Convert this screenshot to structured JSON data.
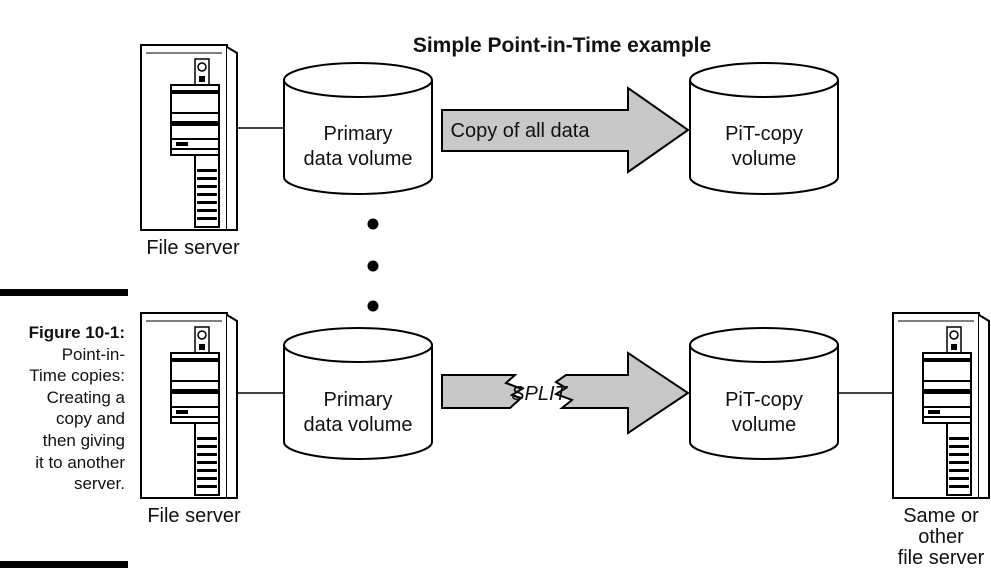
{
  "diagram": {
    "title": "Simple Point-in-Time example",
    "top": {
      "server_label": "File server",
      "primary_volume": [
        "Primary",
        "data volume"
      ],
      "arrow_label": "Copy of all data",
      "pit_volume": [
        "PiT-copy",
        "volume"
      ]
    },
    "bottom": {
      "server_label": "File server",
      "primary_volume": [
        "Primary",
        "data volume"
      ],
      "arrow_label": "SPLIT",
      "pit_volume": [
        "PiT-copy",
        "volume"
      ],
      "target_server_label": [
        "Same or",
        "other",
        "file server"
      ]
    }
  },
  "figure": {
    "number": "Figure 10-1:",
    "caption": "Point-in-\nTime copies:\nCreating a\ncopy and\nthen giving\nit to another\nserver."
  }
}
